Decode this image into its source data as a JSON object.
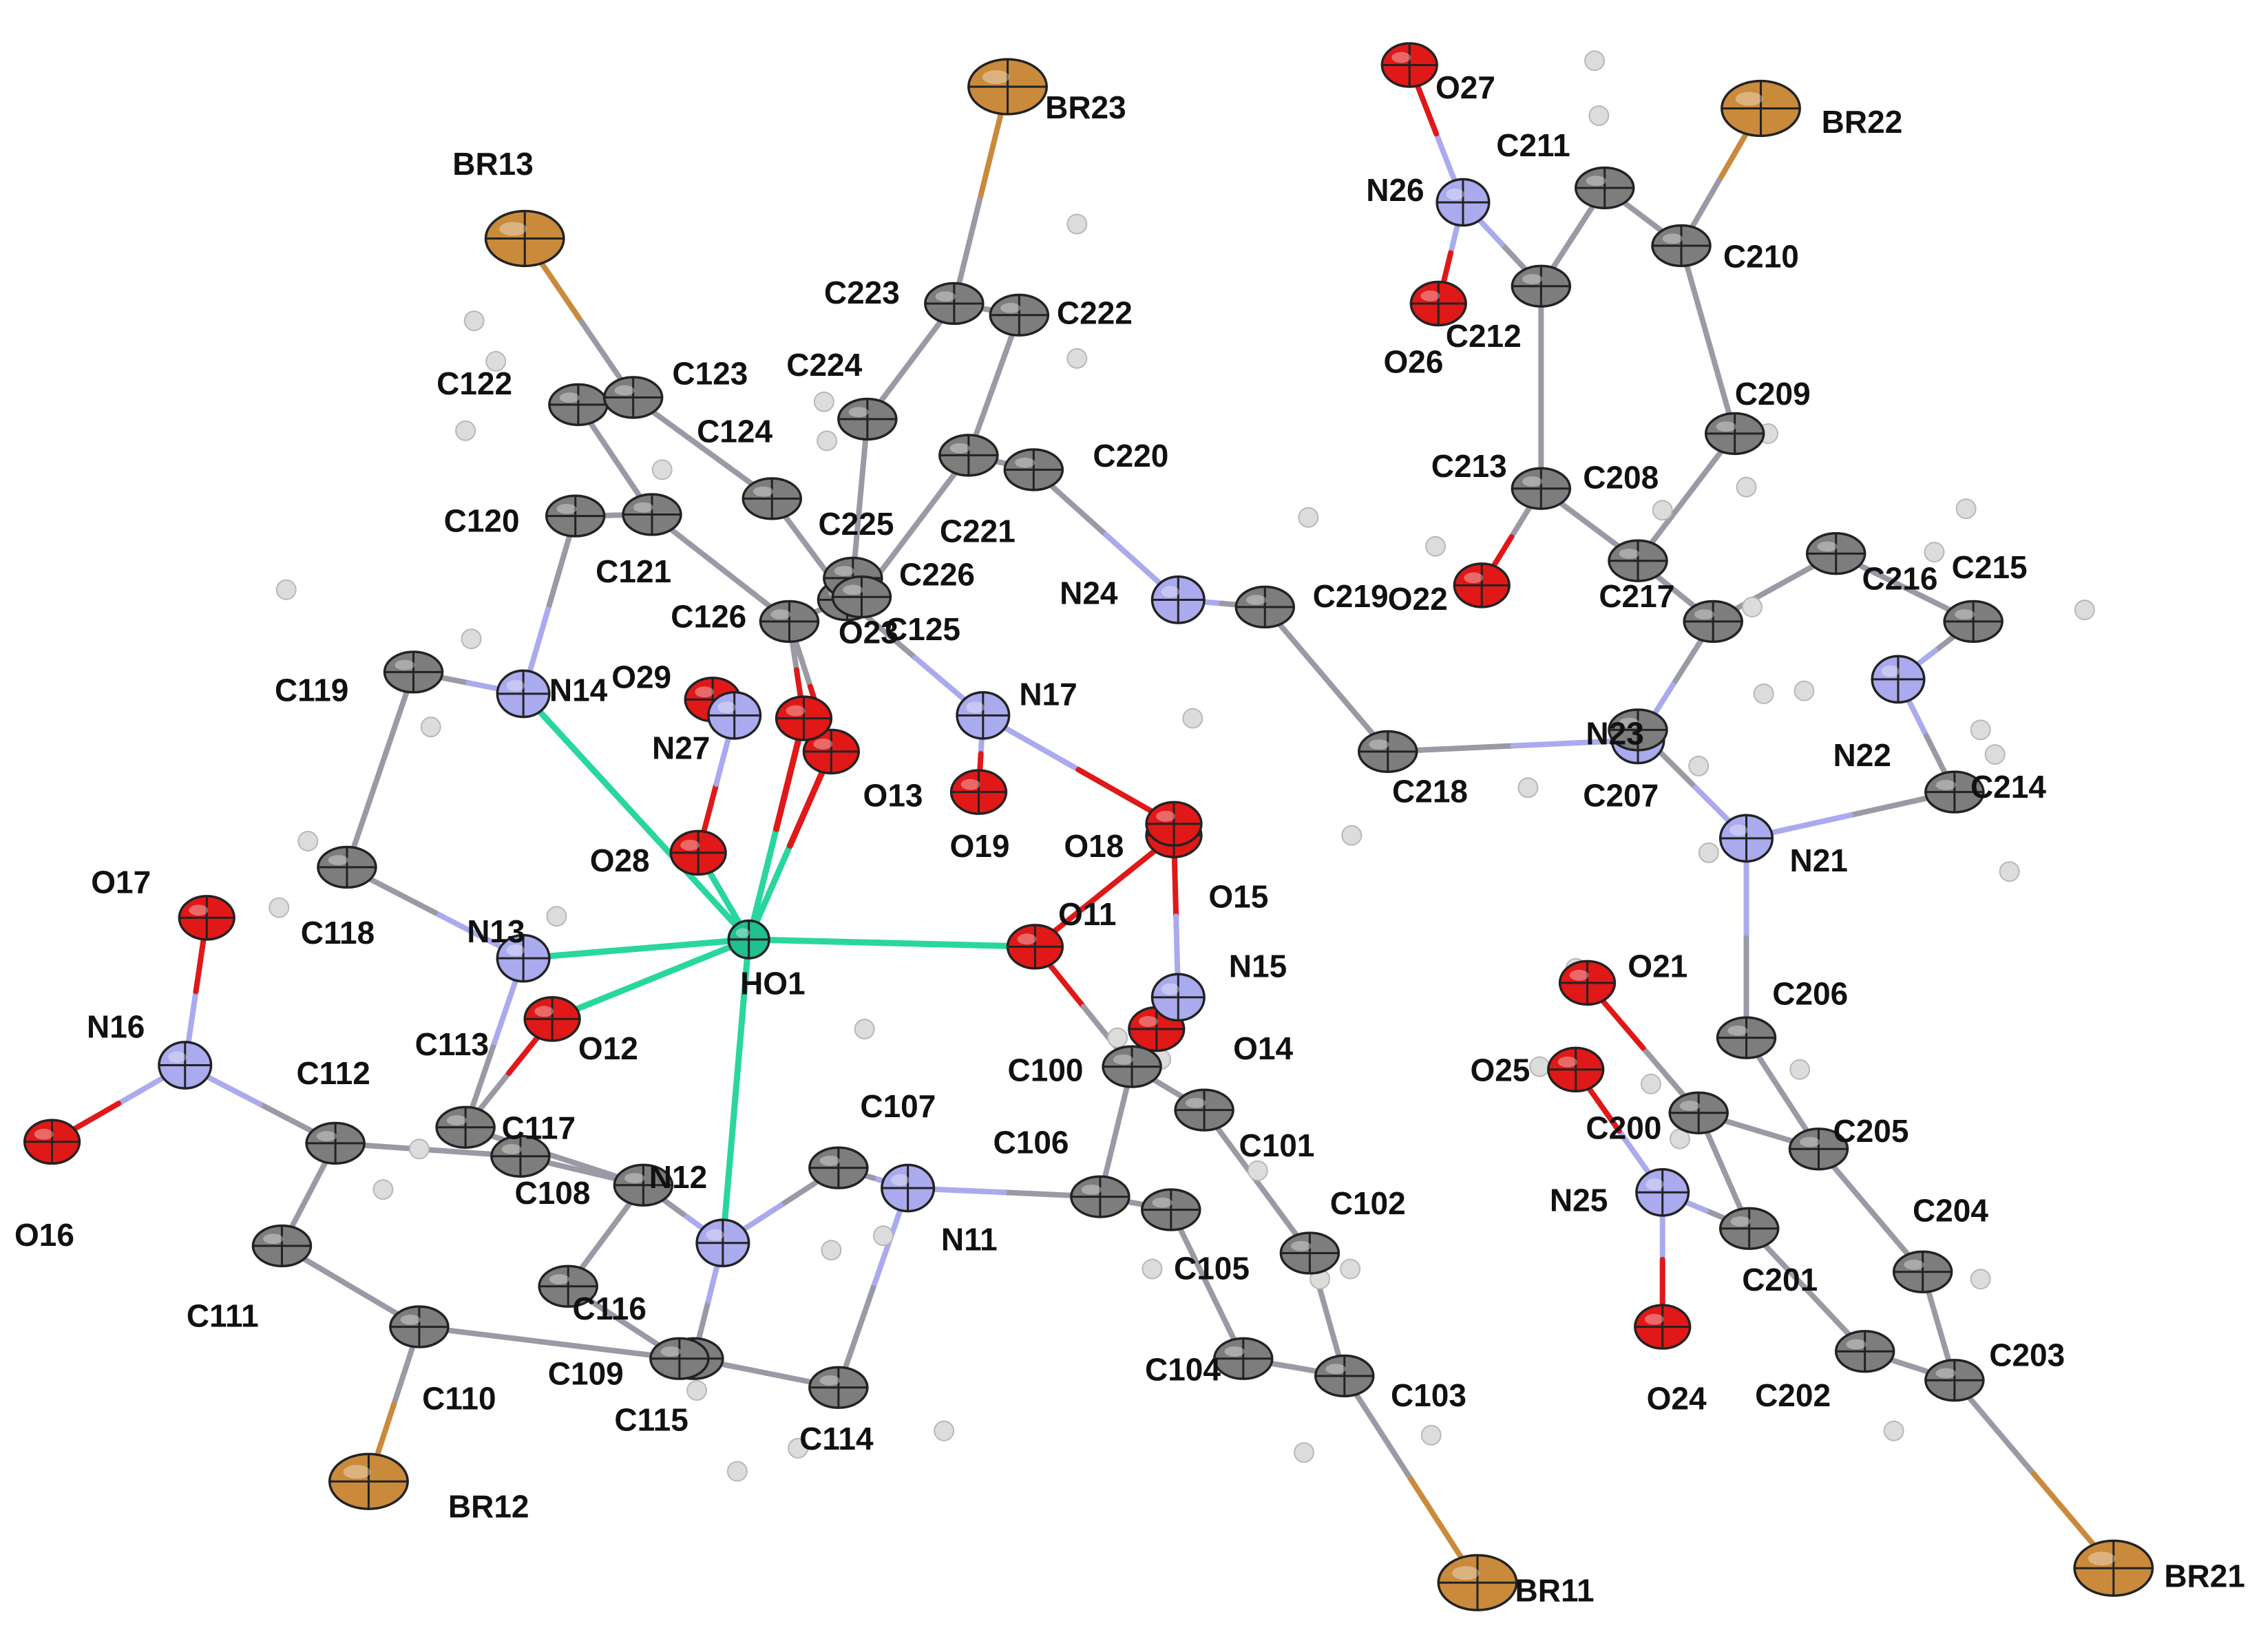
{
  "colors": {
    "bond": "#9a9aa6",
    "metal_bond": "#2ad6a0",
    "C": "#7d7d7d",
    "N": "#aaaaee",
    "O": "#e01818",
    "Br": "#c98a3c",
    "Ho": "#20c090",
    "H": "#dcdcdc"
  },
  "atoms": [
    {
      "id": "HO1",
      "label": "HO1",
      "el": "Ho"
    },
    {
      "id": "O11",
      "label": "O11",
      "el": "O"
    },
    {
      "id": "O12",
      "label": "O12",
      "el": "O"
    },
    {
      "id": "O13",
      "label": "O13",
      "el": "O"
    },
    {
      "id": "O14",
      "label": "O14",
      "el": "O"
    },
    {
      "id": "O15",
      "label": "O15",
      "el": "O"
    },
    {
      "id": "O16",
      "label": "O16",
      "el": "O"
    },
    {
      "id": "O17",
      "label": "O17",
      "el": "O"
    },
    {
      "id": "O18",
      "label": "O18",
      "el": "O"
    },
    {
      "id": "O19",
      "label": "O19",
      "el": "O"
    },
    {
      "id": "O21",
      "label": "O21",
      "el": "O"
    },
    {
      "id": "O22",
      "label": "O22",
      "el": "O"
    },
    {
      "id": "O23",
      "label": "O23",
      "el": "O"
    },
    {
      "id": "O24",
      "label": "O24",
      "el": "O"
    },
    {
      "id": "O25",
      "label": "O25",
      "el": "O"
    },
    {
      "id": "O26",
      "label": "O26",
      "el": "O"
    },
    {
      "id": "O27",
      "label": "O27",
      "el": "O"
    },
    {
      "id": "O28",
      "label": "O28",
      "el": "O"
    },
    {
      "id": "O29",
      "label": "O29",
      "el": "O"
    },
    {
      "id": "N11",
      "label": "N11",
      "el": "N"
    },
    {
      "id": "N12",
      "label": "N12",
      "el": "N"
    },
    {
      "id": "N13",
      "label": "N13",
      "el": "N"
    },
    {
      "id": "N14",
      "label": "N14",
      "el": "N"
    },
    {
      "id": "N15",
      "label": "N15",
      "el": "N"
    },
    {
      "id": "N16",
      "label": "N16",
      "el": "N"
    },
    {
      "id": "N17",
      "label": "N17",
      "el": "N"
    },
    {
      "id": "N21",
      "label": "N21",
      "el": "N"
    },
    {
      "id": "N22",
      "label": "N22",
      "el": "N"
    },
    {
      "id": "N23",
      "label": "N23",
      "el": "N"
    },
    {
      "id": "N24",
      "label": "N24",
      "el": "N"
    },
    {
      "id": "N25",
      "label": "N25",
      "el": "N"
    },
    {
      "id": "N26",
      "label": "N26",
      "el": "N"
    },
    {
      "id": "N27",
      "label": "N27",
      "el": "N"
    },
    {
      "id": "BR11",
      "label": "BR11",
      "el": "Br"
    },
    {
      "id": "BR12",
      "label": "BR12",
      "el": "Br"
    },
    {
      "id": "BR13",
      "label": "BR13",
      "el": "Br"
    },
    {
      "id": "BR21",
      "label": "BR21",
      "el": "Br"
    },
    {
      "id": "BR22",
      "label": "BR22",
      "el": "Br"
    },
    {
      "id": "BR23",
      "label": "BR23",
      "el": "Br"
    },
    {
      "id": "C100",
      "label": "C100",
      "el": "C"
    },
    {
      "id": "C101",
      "label": "C101",
      "el": "C"
    },
    {
      "id": "C102",
      "label": "C102",
      "el": "C"
    },
    {
      "id": "C103",
      "label": "C103",
      "el": "C"
    },
    {
      "id": "C104",
      "label": "C104",
      "el": "C"
    },
    {
      "id": "C105",
      "label": "C105",
      "el": "C"
    },
    {
      "id": "C106",
      "label": "C106",
      "el": "C"
    },
    {
      "id": "C107",
      "label": "C107",
      "el": "C"
    },
    {
      "id": "C108",
      "label": "C108",
      "el": "C"
    },
    {
      "id": "C109",
      "label": "C109",
      "el": "C"
    },
    {
      "id": "C110",
      "label": "C110",
      "el": "C"
    },
    {
      "id": "C111",
      "label": "C111",
      "el": "C"
    },
    {
      "id": "C112",
      "label": "C112",
      "el": "C"
    },
    {
      "id": "C113",
      "label": "C113",
      "el": "C"
    },
    {
      "id": "C114",
      "label": "C114",
      "el": "C"
    },
    {
      "id": "C115",
      "label": "C115",
      "el": "C"
    },
    {
      "id": "C116",
      "label": "C116",
      "el": "C"
    },
    {
      "id": "C117",
      "label": "C117",
      "el": "C"
    },
    {
      "id": "C118",
      "label": "C118",
      "el": "C"
    },
    {
      "id": "C119",
      "label": "C119",
      "el": "C"
    },
    {
      "id": "C120",
      "label": "C120",
      "el": "C"
    },
    {
      "id": "C121",
      "label": "C121",
      "el": "C"
    },
    {
      "id": "C122",
      "label": "C122",
      "el": "C"
    },
    {
      "id": "C123",
      "label": "C123",
      "el": "C"
    },
    {
      "id": "C124",
      "label": "C124",
      "el": "C"
    },
    {
      "id": "C125",
      "label": "C125",
      "el": "C"
    },
    {
      "id": "C126",
      "label": "C126",
      "el": "C"
    },
    {
      "id": "C200",
      "label": "C200",
      "el": "C"
    },
    {
      "id": "C201",
      "label": "C201",
      "el": "C"
    },
    {
      "id": "C202",
      "label": "C202",
      "el": "C"
    },
    {
      "id": "C203",
      "label": "C203",
      "el": "C"
    },
    {
      "id": "C204",
      "label": "C204",
      "el": "C"
    },
    {
      "id": "C205",
      "label": "C205",
      "el": "C"
    },
    {
      "id": "C206",
      "label": "C206",
      "el": "C"
    },
    {
      "id": "C207",
      "label": "C207",
      "el": "C"
    },
    {
      "id": "C208",
      "label": "C208",
      "el": "C"
    },
    {
      "id": "C209",
      "label": "C209",
      "el": "C"
    },
    {
      "id": "C210",
      "label": "C210",
      "el": "C"
    },
    {
      "id": "C211",
      "label": "C211",
      "el": "C"
    },
    {
      "id": "C212",
      "label": "C212",
      "el": "C"
    },
    {
      "id": "C213",
      "label": "C213",
      "el": "C"
    },
    {
      "id": "C214",
      "label": "C214",
      "el": "C"
    },
    {
      "id": "C215",
      "label": "C215",
      "el": "C"
    },
    {
      "id": "C216",
      "label": "C216",
      "el": "C"
    },
    {
      "id": "C217",
      "label": "C217",
      "el": "C"
    },
    {
      "id": "C218",
      "label": "C218",
      "el": "C"
    },
    {
      "id": "C219",
      "label": "C219",
      "el": "C"
    },
    {
      "id": "C220",
      "label": "C220",
      "el": "C"
    },
    {
      "id": "C221",
      "label": "C221",
      "el": "C"
    },
    {
      "id": "C222",
      "label": "C222",
      "el": "C"
    },
    {
      "id": "C223",
      "label": "C223",
      "el": "C"
    },
    {
      "id": "C224",
      "label": "C224",
      "el": "C"
    },
    {
      "id": "C225",
      "label": "C225",
      "el": "C"
    },
    {
      "id": "C226",
      "label": "C226",
      "el": "C"
    }
  ],
  "bonds": [
    [
      "HO1",
      "O11"
    ],
    [
      "HO1",
      "O12"
    ],
    [
      "HO1",
      "O13"
    ],
    [
      "HO1",
      "O23"
    ],
    [
      "HO1",
      "O28"
    ],
    [
      "HO1",
      "N12"
    ],
    [
      "HO1",
      "N13"
    ],
    [
      "HO1",
      "N14"
    ],
    [
      "O11",
      "C100"
    ],
    [
      "O11",
      "O15"
    ],
    [
      "O15",
      "N15"
    ],
    [
      "N15",
      "O14"
    ],
    [
      "C100",
      "C101"
    ],
    [
      "C101",
      "C102"
    ],
    [
      "C102",
      "C103"
    ],
    [
      "C103",
      "C104"
    ],
    [
      "C104",
      "C105"
    ],
    [
      "C105",
      "C106"
    ],
    [
      "C106",
      "C100"
    ],
    [
      "C103",
      "BR11"
    ],
    [
      "C106",
      "N11"
    ],
    [
      "N11",
      "C107"
    ],
    [
      "C107",
      "N12"
    ],
    [
      "N11",
      "C114"
    ],
    [
      "C114",
      "C115"
    ],
    [
      "C115",
      "N12"
    ],
    [
      "N12",
      "C108"
    ],
    [
      "C108",
      "C113"
    ],
    [
      "C113",
      "O12"
    ],
    [
      "C113",
      "N13"
    ],
    [
      "N13",
      "C118"
    ],
    [
      "C118",
      "C119"
    ],
    [
      "C119",
      "N14"
    ],
    [
      "C108",
      "C117"
    ],
    [
      "C117",
      "C112"
    ],
    [
      "C112",
      "C111"
    ],
    [
      "C111",
      "C110"
    ],
    [
      "C110",
      "C116"
    ],
    [
      "C116",
      "C109"
    ],
    [
      "C109",
      "C108"
    ],
    [
      "C110",
      "BR12"
    ],
    [
      "C112",
      "N16"
    ],
    [
      "N16",
      "O16"
    ],
    [
      "N16",
      "O17"
    ],
    [
      "N14",
      "C120"
    ],
    [
      "C120",
      "C121"
    ],
    [
      "C121",
      "C122"
    ],
    [
      "C122",
      "C123"
    ],
    [
      "C123",
      "C124"
    ],
    [
      "C124",
      "C125"
    ],
    [
      "C125",
      "C126"
    ],
    [
      "C126",
      "C121"
    ],
    [
      "C123",
      "BR13"
    ],
    [
      "C126",
      "O23"
    ],
    [
      "C125",
      "N17"
    ],
    [
      "N17",
      "O19"
    ],
    [
      "N17",
      "O18"
    ],
    [
      "O28",
      "N27"
    ],
    [
      "N27",
      "O29"
    ],
    [
      "C126",
      "O13"
    ],
    [
      "C225",
      "C226"
    ],
    [
      "C225",
      "C224"
    ],
    [
      "C224",
      "C223"
    ],
    [
      "C223",
      "C222"
    ],
    [
      "C222",
      "C221"
    ],
    [
      "C221",
      "C226"
    ],
    [
      "C223",
      "BR23"
    ],
    [
      "C221",
      "C220"
    ],
    [
      "C220",
      "N24"
    ],
    [
      "N24",
      "C219"
    ],
    [
      "C219",
      "C218"
    ],
    [
      "C218",
      "N23"
    ],
    [
      "N23",
      "C217"
    ],
    [
      "C217",
      "C216"
    ],
    [
      "C216",
      "C215"
    ],
    [
      "C215",
      "N22"
    ],
    [
      "N22",
      "C214"
    ],
    [
      "C214",
      "N21"
    ],
    [
      "N21",
      "C207"
    ],
    [
      "C207",
      "N23"
    ],
    [
      "C217",
      "C208"
    ],
    [
      "C208",
      "C213"
    ],
    [
      "C213",
      "O22"
    ],
    [
      "C213",
      "C212"
    ],
    [
      "C212",
      "C211"
    ],
    [
      "C211",
      "C210"
    ],
    [
      "C210",
      "C209"
    ],
    [
      "C209",
      "C208"
    ],
    [
      "C210",
      "BR22"
    ],
    [
      "C212",
      "N26"
    ],
    [
      "N26",
      "O26"
    ],
    [
      "N26",
      "O27"
    ],
    [
      "N21",
      "C206"
    ],
    [
      "C206",
      "C205"
    ],
    [
      "C205",
      "C204"
    ],
    [
      "C204",
      "C203"
    ],
    [
      "C203",
      "C202"
    ],
    [
      "C202",
      "C201"
    ],
    [
      "C201",
      "C200"
    ],
    [
      "C200",
      "C205"
    ],
    [
      "C203",
      "BR21"
    ],
    [
      "C200",
      "O21"
    ],
    [
      "C201",
      "N25"
    ],
    [
      "N25",
      "O25"
    ],
    [
      "N25",
      "O24"
    ]
  ]
}
